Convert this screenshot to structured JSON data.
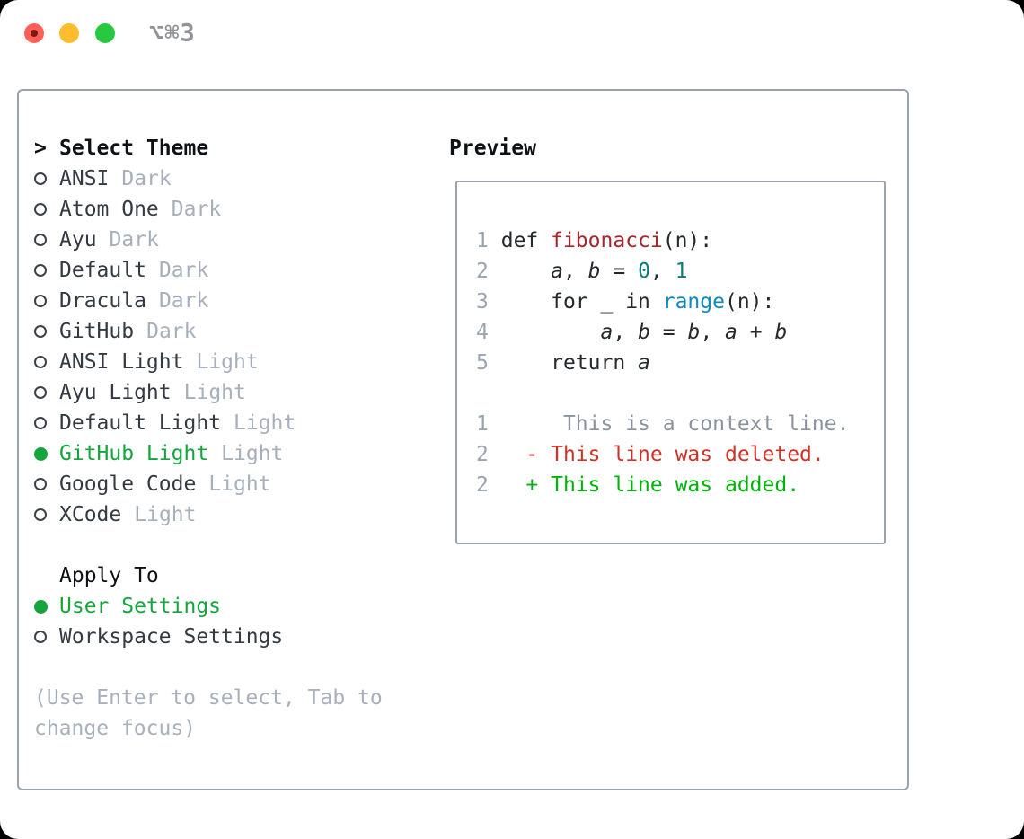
{
  "window": {
    "shortcut_label": "⌥⌘3"
  },
  "colors": {
    "uiGreen": "#16a53d",
    "suffixGray": "#a7afba",
    "textDark": "#333a42",
    "headerBlack": "#0d1014",
    "hintGray": "#a8b0bb",
    "panelBorder": "#9aa3ad",
    "lineNumber": "#9aa5b1",
    "codeDefault": "#24292e",
    "funcRed": "#a6262d",
    "numberTeal": "#0b7d79",
    "builtinBlue": "#0a8ac2",
    "contextGray": "#8a939d",
    "deletedRed": "#ce3329",
    "addedGreen": "#00b30c",
    "trafficRed": "#ff5f57",
    "trafficYellow": "#febc2e",
    "trafficGreen": "#28c840",
    "titlebarGray": "#8f9399"
  },
  "picker": {
    "header_marker": ">",
    "header": "Select Theme",
    "themes": [
      {
        "name": "ANSI",
        "variant": "Dark",
        "selected": false
      },
      {
        "name": "Atom One",
        "variant": "Dark",
        "selected": false
      },
      {
        "name": "Ayu",
        "variant": "Dark",
        "selected": false
      },
      {
        "name": "Default",
        "variant": "Dark",
        "selected": false
      },
      {
        "name": "Dracula",
        "variant": "Dark",
        "selected": false
      },
      {
        "name": "GitHub",
        "variant": "Dark",
        "selected": false
      },
      {
        "name": "ANSI Light",
        "variant": "Light",
        "selected": false
      },
      {
        "name": "Ayu Light",
        "variant": "Light",
        "selected": false
      },
      {
        "name": "Default Light",
        "variant": "Light",
        "selected": false
      },
      {
        "name": "GitHub Light",
        "variant": "Light",
        "selected": true
      },
      {
        "name": "Google Code",
        "variant": "Light",
        "selected": false
      },
      {
        "name": "XCode",
        "variant": "Light",
        "selected": false
      }
    ],
    "apply_header": "Apply To",
    "apply_options": [
      {
        "name": "User Settings",
        "selected": true
      },
      {
        "name": "Workspace Settings",
        "selected": false
      }
    ],
    "hint_lines": [
      "(Use Enter to select, Tab to",
      "change focus)"
    ]
  },
  "preview": {
    "header": "Preview",
    "code_lines": [
      {
        "no": "1",
        "tokens": [
          {
            "t": "def "
          },
          {
            "t": "fibonacci",
            "c": "func"
          },
          {
            "t": "(n):"
          }
        ]
      },
      {
        "no": "2",
        "tokens": [
          {
            "t": "    "
          },
          {
            "t": "a",
            "c": "var"
          },
          {
            "t": ", "
          },
          {
            "t": "b",
            "c": "var"
          },
          {
            "t": " = "
          },
          {
            "t": "0",
            "c": "num"
          },
          {
            "t": ", "
          },
          {
            "t": "1",
            "c": "num"
          }
        ]
      },
      {
        "no": "3",
        "tokens": [
          {
            "t": "    for _ in "
          },
          {
            "t": "range",
            "c": "builtin"
          },
          {
            "t": "(n):"
          }
        ]
      },
      {
        "no": "4",
        "tokens": [
          {
            "t": "        "
          },
          {
            "t": "a",
            "c": "var"
          },
          {
            "t": ", "
          },
          {
            "t": "b",
            "c": "var"
          },
          {
            "t": " = "
          },
          {
            "t": "b",
            "c": "var"
          },
          {
            "t": ", "
          },
          {
            "t": "a",
            "c": "var"
          },
          {
            "t": " + "
          },
          {
            "t": "b",
            "c": "var"
          }
        ]
      },
      {
        "no": "5",
        "tokens": [
          {
            "t": "    return "
          },
          {
            "t": "a",
            "c": "var"
          }
        ]
      }
    ],
    "diff_lines": [
      {
        "no": "1",
        "prefix": "     ",
        "text": "This is a context line.",
        "kind": "context"
      },
      {
        "no": "2",
        "prefix": "  - ",
        "text": "This line was deleted.",
        "kind": "deleted"
      },
      {
        "no": "2",
        "prefix": "  + ",
        "text": "This line was added.",
        "kind": "added"
      }
    ]
  }
}
